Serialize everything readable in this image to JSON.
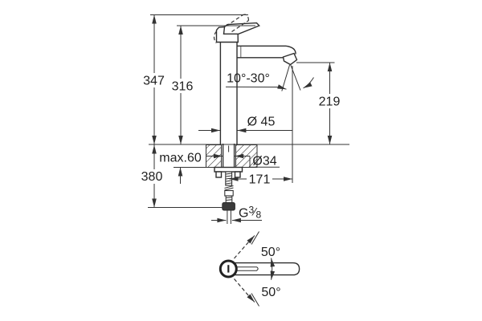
{
  "drawing": {
    "kind": "technical-dimension-drawing",
    "subject": "Single-lever high-riser basin mixer tap - side elevation with installation detail and plan view",
    "units": "mm",
    "side_view": {
      "total_height_label": "347",
      "lever_height_label": "316",
      "outlet_height_label": "219",
      "stream_angle_label": "10°-30°",
      "body_diameter_label": "Ø 45",
      "hole_diameter_label": "Ø34",
      "deck_thickness_label": "max.60",
      "below_deck_label": "380",
      "projection_label": "171",
      "thread": {
        "prefix": "G",
        "numerator": "3",
        "slash": "⁄",
        "denominator": "8"
      }
    },
    "plan_view": {
      "upper_swivel_label": "50°",
      "lower_swivel_label": "50°"
    },
    "colors": {
      "line": "#333333",
      "text": "#1f1f1f",
      "coupling_fill": "#3b3b3b",
      "background": "#ffffff"
    }
  }
}
